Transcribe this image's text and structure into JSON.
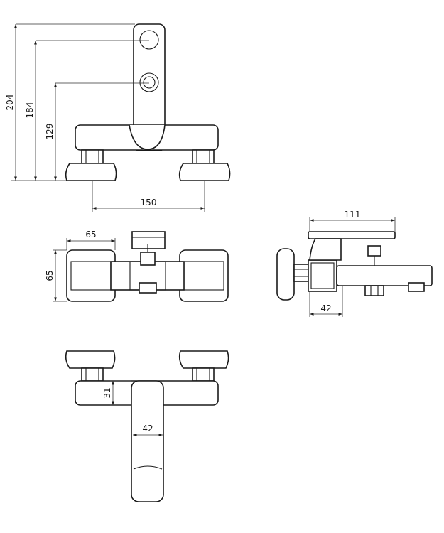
{
  "front_view": {
    "dim_total_height": "204",
    "dim_upper_connection_height": "184",
    "dim_lower_connection_height": "129",
    "dim_inlet_spacing": "150"
  },
  "top_view": {
    "dim_flange_width": "65",
    "dim_flange_depth": "65"
  },
  "side_view": {
    "dim_overall_depth": "111",
    "dim_body_depth": "42"
  },
  "bottom_view": {
    "dim_spout_offset": "31",
    "dim_spout_width": "42"
  }
}
